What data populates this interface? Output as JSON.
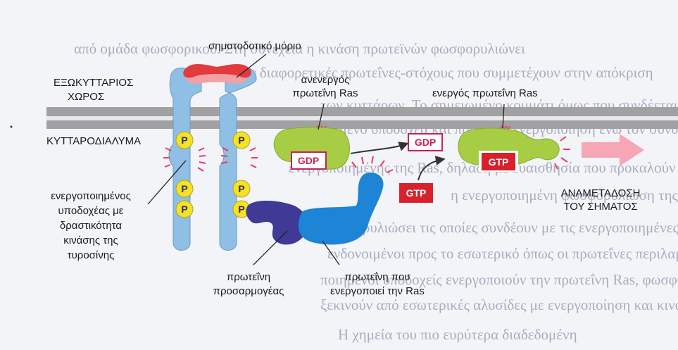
{
  "labels": {
    "signal_molecule": "σηματοδοτικό μόριο",
    "extracellular_line1": "ΕΞΩΚΥΤΤΑΡΙΟΣ",
    "extracellular_line2": "ΧΩΡΟΣ",
    "cytosol": "ΚΥΤΤΑΡΟΔΙΑΛΥΜΑ",
    "inactive_ras_line1": "ανενεργός",
    "inactive_ras_line2": "πρωτεΐνη Ras",
    "active_ras": "ενεργός πρωτεΐνη Ras",
    "receptor_line1": "ενεργοποιημένος",
    "receptor_line2": "υποδοχέας με",
    "receptor_line3": "δραστικότητα",
    "receptor_line4": "κινάσης της",
    "receptor_line5": "τυροσίνης",
    "adaptor_line1": "πρωτεΐνη",
    "adaptor_line2": "προσαρμογέας",
    "ras_activator_line1": "πρωτεΐνη που",
    "ras_activator_line2": "ενεργοποιεί την Ras",
    "relay_line1": "ΑΝΑΜΕΤΑΔΟΣΗ",
    "relay_line2": "ΤΟΥ ΣΗΜΑΤΟΣ"
  },
  "phosphate": "P",
  "nucleotides": {
    "gdp": "GDP",
    "gtp": "GTP"
  },
  "background_text": [
    "από ομάδα φωσφορικού. Στη συνέχεια η κινάση πρωτεϊνών φωσφορυλιώνει",
    "να προς διαφορετικές πρωτεΐνες-στόχους που συμμετέχουν στην απόκριση",
    "των κυττάρων. Το σημειωμένο κομμάτι όμως που συνδέεται η Ras",
    "τον ορισμένο υποδοχέα και προκαλεί ενεργοποίηση ενώ τον συνδέσει σε",
    "ενεργοποιημένης της Ras, δηλαδή με ευαισθησία που προκαλούν το σήμα",
    "η ενεργοποιημένη φωσφορυλίωση της πρωτεΐνης προσαρμογέα σήμα",
    "φωσφορυλιώσει τις οποίες συνδέουν με τις ενεργοποιημένες περιοχές",
    "ενδονοιμένοι προς το εσωτερικό όπως οι πρωτεΐνες περιλαμβάνουν",
    "ποιημένοι υποδοχείς ενεργοποιούν την πρωτεΐνη Ras, φωσφορυλιώνει ο-",
    "ξεκινούν από εσωτερικές αλυσίδες με ενεργοποίηση και κινάση κατά",
    "Η χημεία του πιο ευρύτερα διαδεδομένη"
  ],
  "colors": {
    "receptor": "#8fbfe4",
    "phosphate": "#f5e02a",
    "signal_molecule": "#e23a3d",
    "ras": "#a7cd45",
    "adaptor": "#3e3a96",
    "ras_activator": "#1d84d6",
    "gtp_box": "#d8212b",
    "gdp_text": "#c4235a",
    "membrane": "#a1a1a1",
    "relay_arrow": "#f7a6b5",
    "burst": "#e83a5f"
  }
}
